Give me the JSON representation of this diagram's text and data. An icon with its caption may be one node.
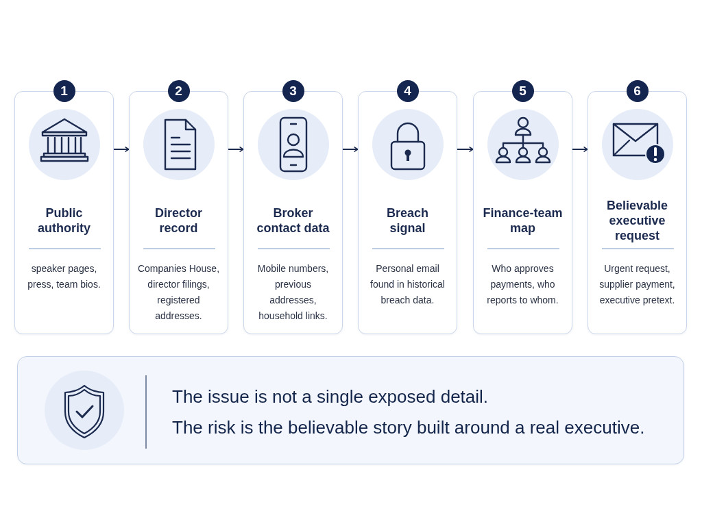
{
  "diagram": {
    "nodes": [
      {
        "text": [
          "1",
          "Public authority",
          "speaker pages, press, team bios."
        ]
      },
      {
        "text": [
          "2",
          "Director record",
          "Companies House, director filings, registered addresses."
        ]
      },
      {
        "text": [
          "3",
          "Broker contact data",
          "Mobile numbers, previous addresses, household links."
        ]
      },
      {
        "text": [
          "4",
          "Breach signal",
          "Personal email found in historical breach data."
        ]
      },
      {
        "text": [
          "5",
          "Finance-team map",
          "Who approves payments, who reports to whom."
        ]
      },
      {
        "text": [
          "6",
          "Believable executive request",
          "Urgent request, supplier payment, executive pretext."
        ]
      },
      {
        "text": [
          "The issue is not a single exposed detail.",
          "The risk is the believable story built around a real executive."
        ]
      }
    ],
    "edges": [
      {
        "from": 0,
        "to": 1,
        "arrow": "to"
      },
      {
        "from": 1,
        "to": 2,
        "arrow": "to"
      },
      {
        "from": 2,
        "to": 3,
        "arrow": "to"
      },
      {
        "from": 3,
        "to": 4,
        "arrow": "to"
      },
      {
        "from": 4,
        "to": 5,
        "arrow": "to"
      }
    ]
  }
}
